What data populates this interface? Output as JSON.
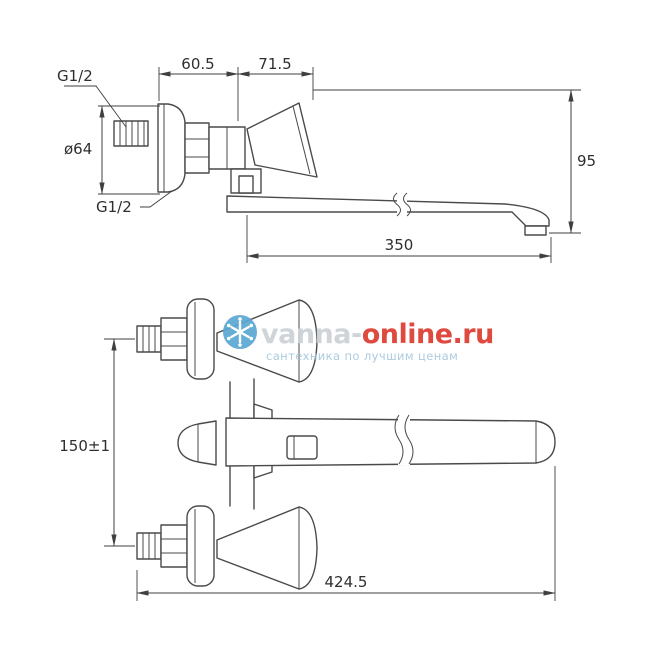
{
  "top_view": {
    "thread_top_label": "G1/2",
    "thread_bottom_label": "G1/2",
    "diameter_label": "ø64",
    "dim_wall_to_handle_center": "60.5",
    "dim_handle_center_to_edge": "71.5",
    "dim_height": "95",
    "dim_spout_length": "350"
  },
  "front_view": {
    "dim_inlet_spacing": "150±1",
    "dim_overall_length": "424.5"
  },
  "watermark": {
    "brand_prefix": "vanna-",
    "brand_suffix": "online.ru",
    "tagline": "сантехника по лучшим ценам"
  },
  "colors": {
    "drawing_line": "#4a4a4a",
    "dimension_line": "#3f3f3f",
    "watermark_logo_blue": "#5ba8d4",
    "watermark_brand_gray": "#cbd1d6",
    "watermark_brand_red": "#dc3a30",
    "watermark_tagline_blue": "#a5c7dd"
  }
}
